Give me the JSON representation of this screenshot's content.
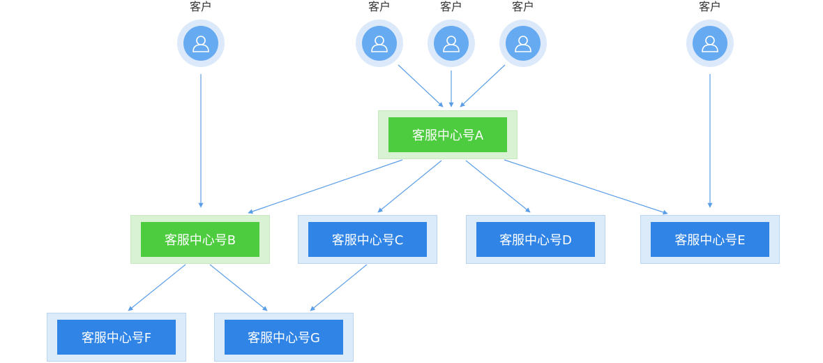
{
  "colors": {
    "connector": "#5a9ee8",
    "customer_outer": "#dbe9fa",
    "customer_inner": "#66aaf2",
    "customer_icon": "#ffffff",
    "label_text": "#333333",
    "green_outer": "#d8f2d3",
    "green_outer_border": "#c7e8c0",
    "green_inner": "#4ccc3e",
    "blue_outer": "#dcebfa",
    "blue_outer_border": "#b9d5f2",
    "blue_inner": "#2f84e6",
    "node_text": "#ffffff"
  },
  "customers": [
    {
      "id": "c1",
      "label": "客户",
      "icon": "user-icon"
    },
    {
      "id": "c2",
      "label": "客户",
      "icon": "user-icon"
    },
    {
      "id": "c3",
      "label": "客户",
      "icon": "user-icon"
    },
    {
      "id": "c4",
      "label": "客户",
      "icon": "user-icon"
    },
    {
      "id": "c5",
      "label": "客户",
      "icon": "user-icon"
    }
  ],
  "service_nodes": [
    {
      "id": "A",
      "label": "客服中心号A",
      "style": "green"
    },
    {
      "id": "B",
      "label": "客服中心号B",
      "style": "green"
    },
    {
      "id": "C",
      "label": "客服中心号C",
      "style": "blue"
    },
    {
      "id": "D",
      "label": "客服中心号D",
      "style": "blue"
    },
    {
      "id": "E",
      "label": "客服中心号E",
      "style": "blue"
    },
    {
      "id": "F",
      "label": "客服中心号F",
      "style": "blue"
    },
    {
      "id": "G",
      "label": "客服中心号G",
      "style": "blue"
    }
  ],
  "edges": [
    {
      "from": "c1",
      "to": "B"
    },
    {
      "from": "c2",
      "to": "A"
    },
    {
      "from": "c3",
      "to": "A"
    },
    {
      "from": "c4",
      "to": "A"
    },
    {
      "from": "c5",
      "to": "E"
    },
    {
      "from": "A",
      "to": "B"
    },
    {
      "from": "A",
      "to": "C"
    },
    {
      "from": "A",
      "to": "D"
    },
    {
      "from": "A",
      "to": "E"
    },
    {
      "from": "B",
      "to": "F"
    },
    {
      "from": "B",
      "to": "G"
    },
    {
      "from": "C",
      "to": "G"
    }
  ]
}
